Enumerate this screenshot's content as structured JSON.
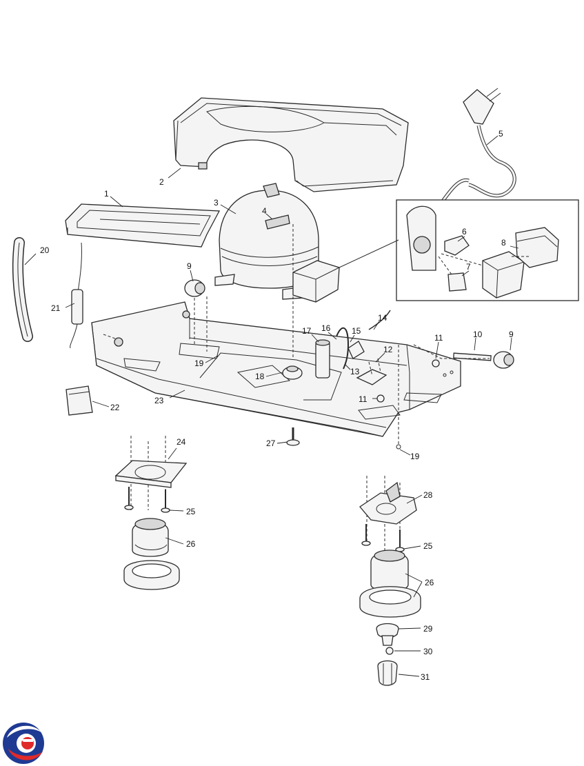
{
  "diagram": {
    "callouts": [
      "1",
      "2",
      "3",
      "4",
      "5",
      "6",
      "7",
      "8",
      "9",
      "9",
      "10",
      "11",
      "11",
      "12",
      "13",
      "14",
      "15",
      "16",
      "17",
      "18",
      "19",
      "19",
      "20",
      "21",
      "22",
      "23",
      "24",
      "25",
      "25",
      "26",
      "26",
      "27",
      "28",
      "29",
      "30",
      "31"
    ]
  },
  "logo": {
    "icon": "brand-logo-icon",
    "colors": [
      "#1f3a93",
      "#e02a2a"
    ]
  }
}
